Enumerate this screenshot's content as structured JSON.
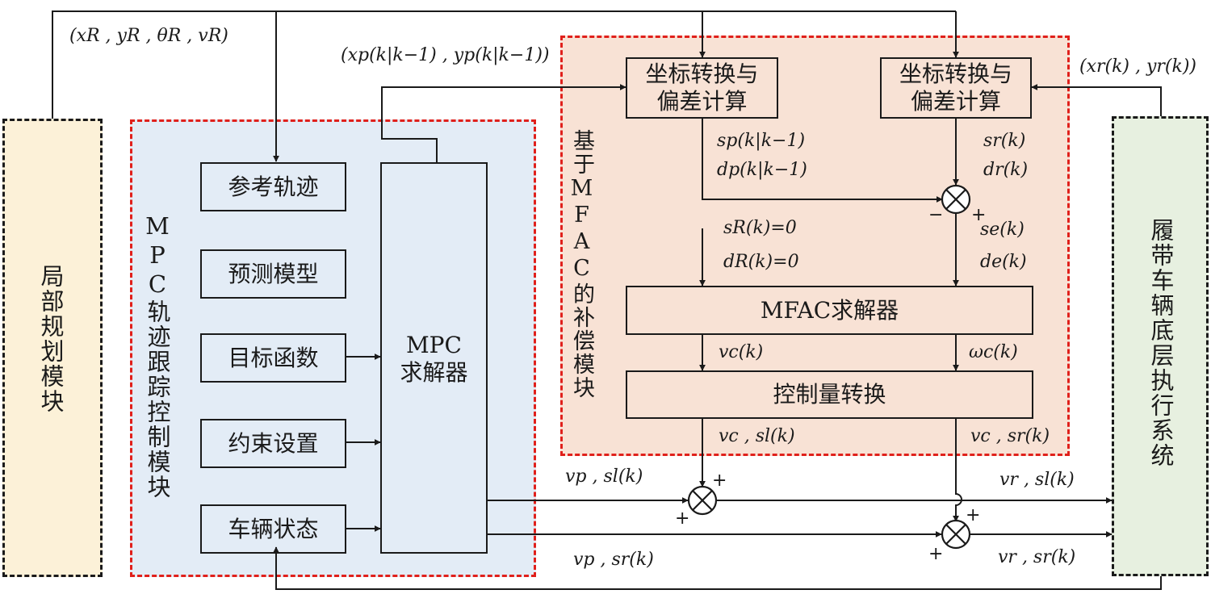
{
  "modules": {
    "local_planning": "局部规划模块",
    "mpc_module": "MPC轨迹跟踪控制模块",
    "mfac_module": "基于MFAC的补偿模块",
    "vehicle_system": "履带车辆底层执行系统"
  },
  "mpc_blocks": {
    "ref_traj": "参考轨迹",
    "pred_model": "预测模型",
    "objective": "目标函数",
    "constraints": "约束设置",
    "vehicle_state": "车辆状态",
    "solver": "MPC\n求解器"
  },
  "mfac_blocks": {
    "coord_left": "坐标转换与\n偏差计算",
    "coord_right": "坐标转换与\n偏差计算",
    "mfac_solver": "MFAC求解器",
    "control_conv": "控制量转换"
  },
  "signals": {
    "ref_state": "(xR , yR , θR , vR)",
    "pred_pos": "(xp(k|k−1) , yp(k|k−1))",
    "real_pos": "(xr(k) , yr(k))",
    "sp": "sp(k|k−1)",
    "dp": "dp(k|k−1)",
    "sr": "sr(k)",
    "dr": "dr(k)",
    "sR": "sR(k)=0",
    "dR": "dR(k)=0",
    "se": "se(k)",
    "de": "de(k)",
    "vc": "vc(k)",
    "wc": "ωc(k)",
    "vcsl": "vc , sl(k)",
    "vcsr": "vc , sr(k)",
    "vpsl": "vp , sl(k)",
    "vpsr": "vp , sr(k)",
    "vrsl": "vr , sl(k)",
    "vrsr": "vr , sr(k)"
  },
  "signs": {
    "minus": "−",
    "plus": "+"
  },
  "colors": {
    "planning_fill": "#fcf1d8",
    "mpc_fill": "#e3ecf6",
    "mfac_fill": "#f8e2d5",
    "vehicle_fill": "#e7f0e0",
    "red_dash": "#e0201b",
    "black": "#1a1a1a"
  }
}
